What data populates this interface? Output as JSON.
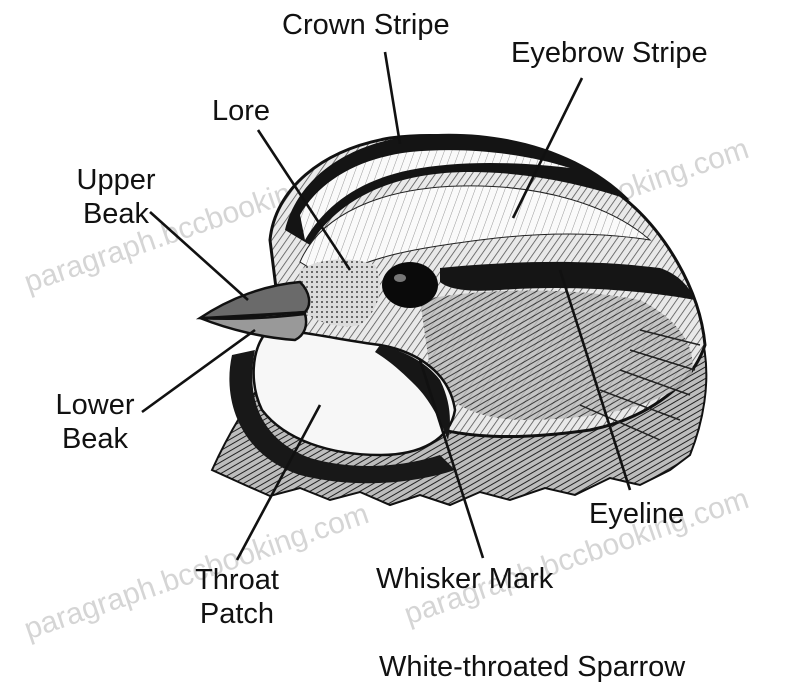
{
  "labels": {
    "crown_stripe": "Crown Stripe",
    "eyebrow_stripe": "Eyebrow Stripe",
    "lore": "Lore",
    "upper_beak_1": "Upper",
    "upper_beak_2": "Beak",
    "lower_beak_1": "Lower",
    "lower_beak_2": "Beak",
    "eyeline": "Eyeline",
    "throat_patch_1": "Throat",
    "throat_patch_2": "Patch",
    "whisker_mark": "Whisker Mark"
  },
  "caption": "White-throated Sparrow",
  "watermark": "paragraph.bccbooking.com"
}
